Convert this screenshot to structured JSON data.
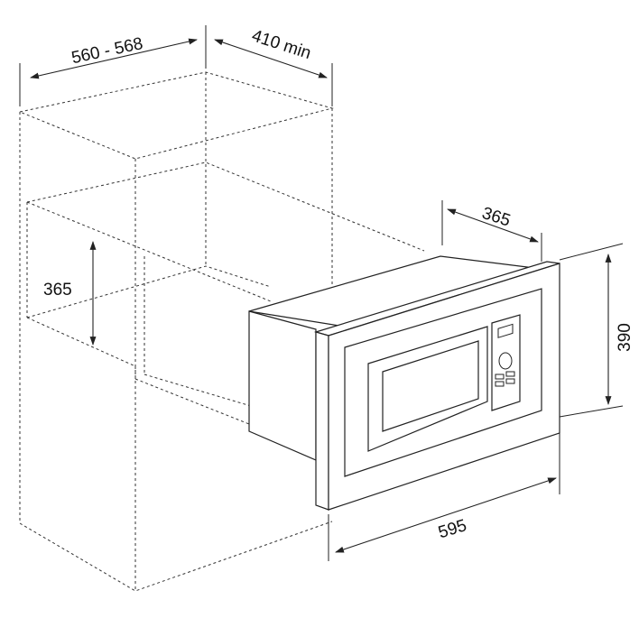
{
  "dimensions": {
    "niche_width": "560 - 568",
    "niche_depth": "410 min",
    "niche_height": "365",
    "appliance_depth": "365",
    "appliance_height": "390",
    "appliance_width": "595"
  }
}
